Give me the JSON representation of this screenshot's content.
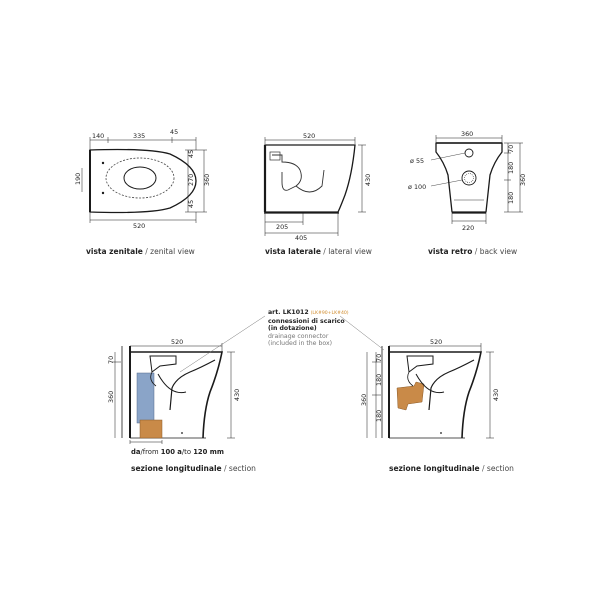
{
  "views": {
    "zenital": {
      "label_it": "vista zenitale",
      "label_en": "zenital view",
      "dims": {
        "top_left": "140",
        "top_mid": "335",
        "top_right": "45",
        "bottom": "520",
        "left": "190",
        "right_a": "45",
        "right_b": "270",
        "right_c": "45",
        "right_total": "360"
      }
    },
    "lateral": {
      "label_it": "vista laterale",
      "label_en": "lateral view",
      "dims": {
        "top": "520",
        "right": "430",
        "bottom_a": "205",
        "bottom_b": "405"
      }
    },
    "back": {
      "label_it": "vista retro",
      "label_en": "back view",
      "dims": {
        "top": "360",
        "hole_small": "ø 55",
        "hole_big": "ø 100",
        "bottom": "220",
        "right_a": "70",
        "right_b": "180",
        "right_c": "180",
        "right_total": "360"
      }
    },
    "section_left": {
      "label_it": "sezione longitudinale",
      "label_en": "section",
      "dims": {
        "top": "520",
        "left_a": "70",
        "left_b": "360",
        "right": "430"
      },
      "range_note": {
        "da": "da",
        "from": "/from",
        "val_a": "100",
        "a": " a",
        "to": "/to",
        "val_b": "120 mm"
      }
    },
    "section_right": {
      "label_it": "sezione longitudinale",
      "label_en": "section",
      "dims": {
        "top": "520",
        "left_a": "70",
        "left_b": "180",
        "left_c": "180",
        "left_total": "360",
        "right": "430"
      }
    }
  },
  "article_note": {
    "art": "art. LK1012",
    "codes": "(LK#90+LK#40)",
    "line2": "connessioni di scarico",
    "line3": "(in dotazione)",
    "line4": "drainage connector",
    "line5": "(included in the box)"
  },
  "colors": {
    "blue_connector": "#8aa4c8",
    "orange_connector": "#c98a48",
    "line": "#1a1a1a"
  }
}
